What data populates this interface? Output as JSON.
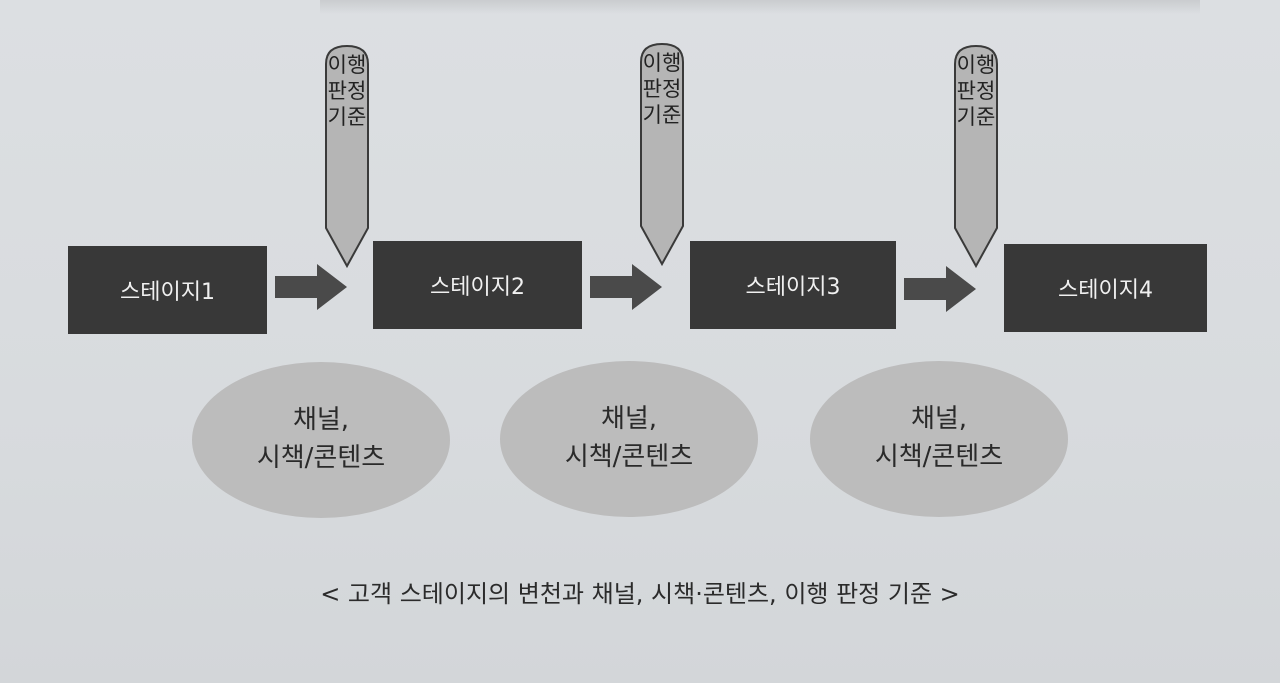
{
  "stages": [
    "스테이지1",
    "스테이지2",
    "스테이지3",
    "스테이지4"
  ],
  "criterion_tags": [
    {
      "words": [
        "이행",
        "판정",
        "기준"
      ]
    },
    {
      "words": [
        "이행",
        "판정",
        "기준"
      ]
    },
    {
      "words": [
        "이행",
        "판정",
        "기준"
      ]
    }
  ],
  "ellipses": [
    {
      "line1": "채널,",
      "line2": "시책/콘텐츠"
    },
    {
      "line1": "채널,",
      "line2": "시책/콘텐츠"
    },
    {
      "line1": "채널,",
      "line2": "시책/콘텐츠"
    }
  ],
  "caption": "< 고객 스테이지의 변천과 채널, 시책·콘텐츠, 이행 판정 기준 >",
  "colors": {
    "stage_fill": "#383838",
    "arrow_fill": "#4a4a4a",
    "tag_fill": "#b5b5b5",
    "ellipse_fill": "#bcbcbc"
  }
}
